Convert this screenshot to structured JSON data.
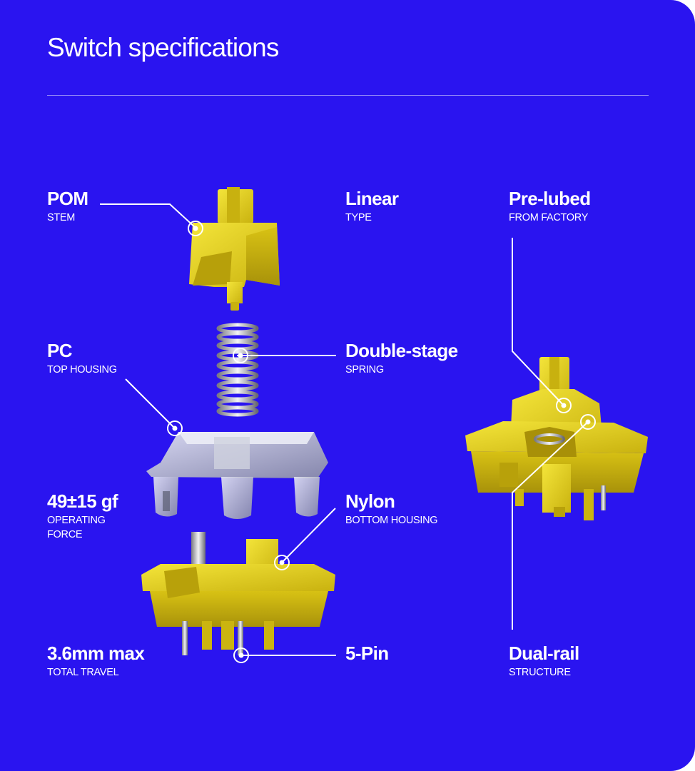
{
  "title": "Switch specifications",
  "colors": {
    "background": "#2a14f0",
    "accent_yellow": "#e8d41c",
    "text": "#ffffff"
  },
  "specs": {
    "stem": {
      "value": "POM",
      "label": "STEM"
    },
    "type": {
      "value": "Linear",
      "label": "TYPE"
    },
    "lube": {
      "value": "Pre-lubed",
      "label": "FROM FACTORY"
    },
    "top_housing": {
      "value": "PC",
      "label": "TOP HOUSING"
    },
    "spring": {
      "value": "Double-stage",
      "label": "SPRING"
    },
    "force": {
      "value": "49±15 gf",
      "label": "OPERATING\nFORCE"
    },
    "bottom_housing": {
      "value": "Nylon",
      "label": "BOTTOM HOUSING"
    },
    "travel": {
      "value": "3.6mm max",
      "label": "TOTAL TRAVEL"
    },
    "pins": {
      "value": "5-Pin",
      "label": ""
    },
    "rail": {
      "value": "Dual-rail",
      "label": "STRUCTURE"
    }
  }
}
